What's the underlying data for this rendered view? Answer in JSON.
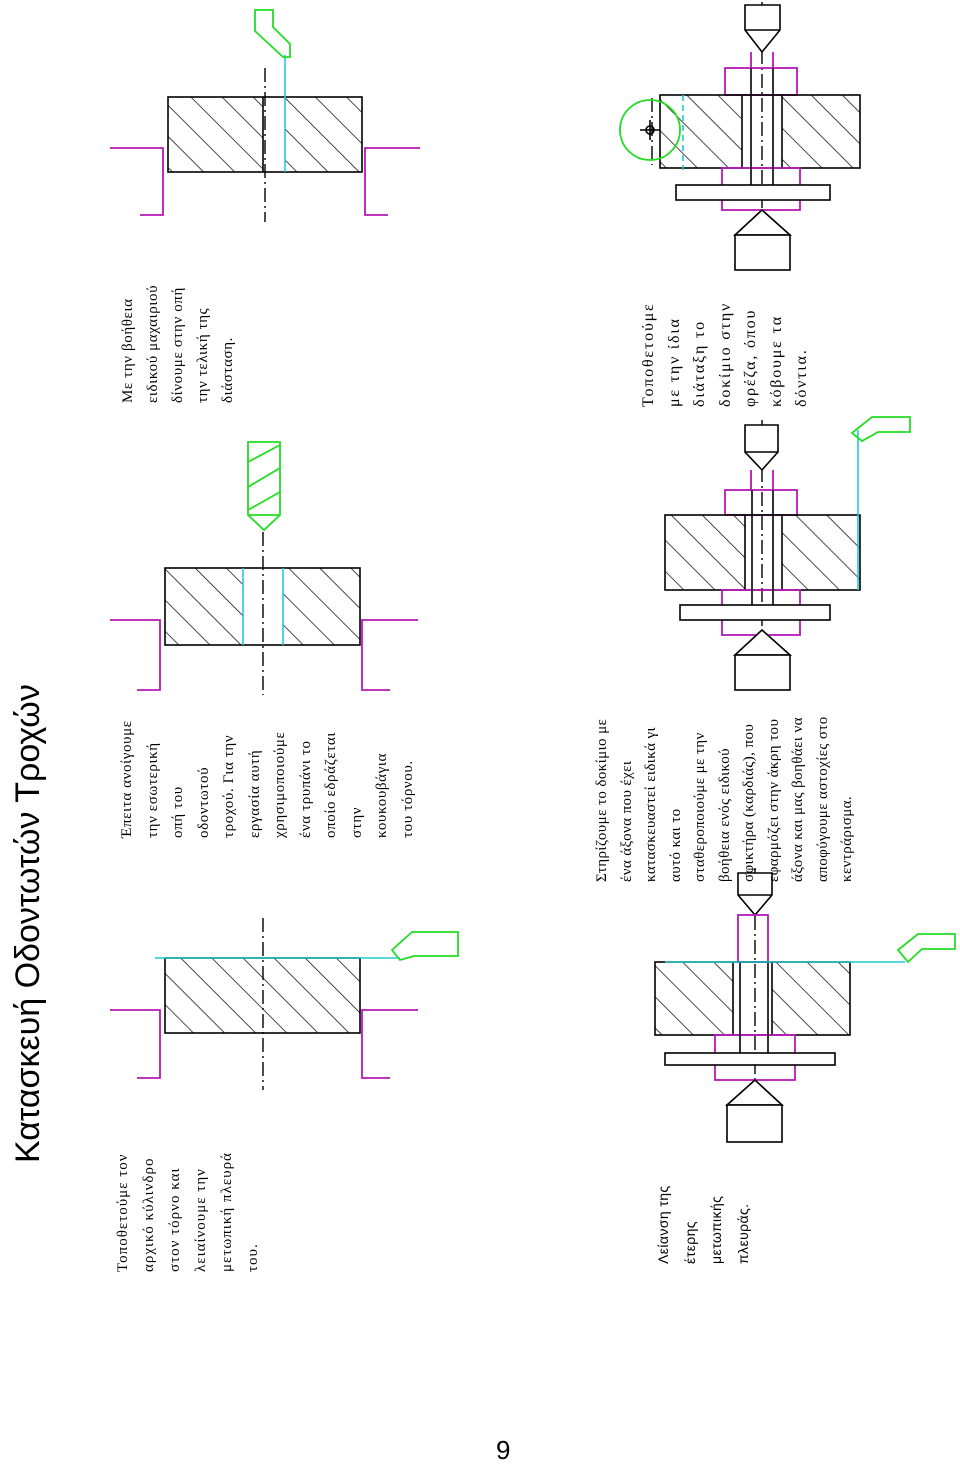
{
  "document": {
    "title": "Κατασκευή Οδοντωτών Τροχών",
    "page_number": "9"
  },
  "steps": {
    "finish_bore": [
      "Με την βοήθεια",
      "ειδικού μαχαιριού",
      "δίνουμε στην οπή",
      "την τελική της",
      "διάσταση."
    ],
    "drill_bore": [
      "Έπειτα ανοίγουμε",
      "την εσωτερική",
      "οπή του",
      "οδοντωτού",
      "τροχού. Για την",
      "εργασία αυτή",
      "χρησιμοποιούμε",
      "ένα τρυπάνι το",
      "οποίο εδράζεται",
      "στην",
      "κουκουβάγια",
      "του τόρνου."
    ],
    "face_first_side": [
      "Τοποθετούμε τον",
      "αρχικό κύλινδρο",
      "στον τόρνο και",
      "λειαίνουμε την",
      "μετωπική πλευρά",
      "του."
    ],
    "cut_teeth": [
      "Τοποθετούμε",
      "με την ίδια",
      "διάταξη το",
      "δοκίμιο στην",
      "φρέζα, όπου",
      "κόβουμε τα",
      "δόντια."
    ],
    "mount_on_arbor": [
      "Στηρίζουμε το δοκίμιο με",
      "ένα άξονα που έχει",
      "κατασκευαστεί ειδικά γι",
      "αυτό και το",
      "σταθεροποιούμε με την",
      "βοήθεια ενός ειδικού",
      "σφικτήρα (καρδιάς), που",
      "εφαρμόζει στην άκρη του",
      "άξονα και μας βοηθάει να",
      "αποφύγουμε αστοχίες στο",
      "κεντράρισμα."
    ],
    "face_second_side": [
      "Λείανση της",
      "έτερης",
      "μετωπικής",
      "πλευράς."
    ]
  },
  "colors": {
    "outline": "#000000",
    "fixture": "#b818b8",
    "tool": "#22dd22",
    "tool_path": "#22c8d8"
  }
}
